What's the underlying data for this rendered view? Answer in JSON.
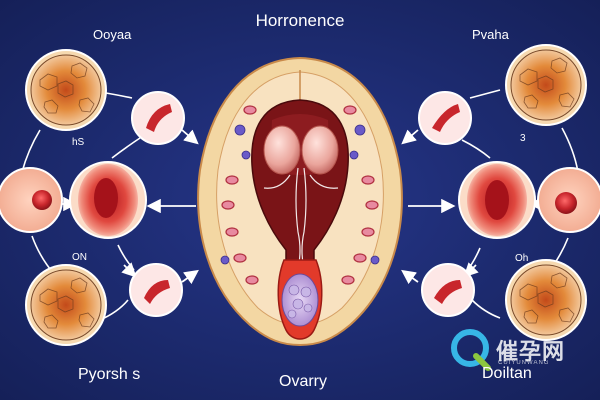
{
  "title": "Horronence",
  "labels": {
    "top_left": "Ooyaa",
    "top_right": "Pvaha",
    "left_small_top": "hS",
    "left_small_bottom": "ON",
    "right_small_top": "3",
    "right_small_bottom": "Oh",
    "bottom_left": "Pyorsh s",
    "bottom_center": "Ovarry",
    "bottom_right": "Doiltan"
  },
  "watermark": {
    "logo_text": "Q",
    "text": "催孕网",
    "subtext": "CUIYUNWANG"
  },
  "colors": {
    "background": "#1b2a6b",
    "uterus_outer": "#f3d7a3",
    "uterus_cavity": "#7a1417",
    "cell_fill": "#d9762a",
    "follicle_red": "#c8262c"
  }
}
